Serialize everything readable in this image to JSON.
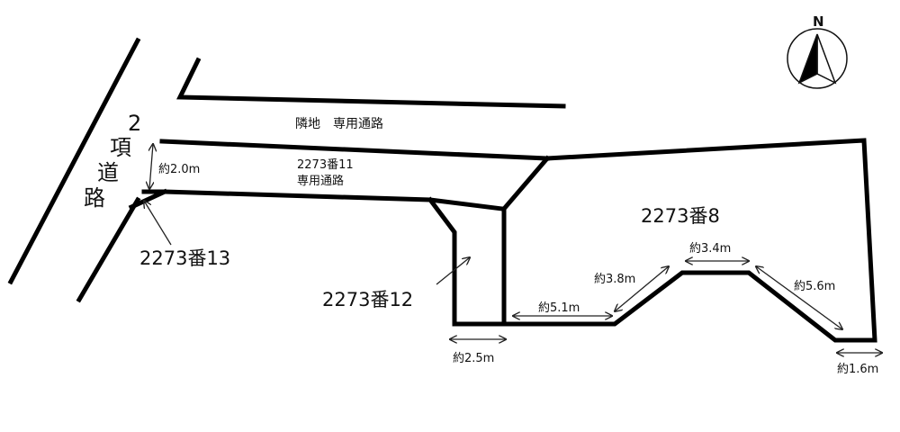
{
  "road": {
    "label_lines": [
      "2",
      "項",
      "道",
      "路"
    ]
  },
  "adjacent_path": "隣地　専用通路",
  "parcels": {
    "lot_11_line1": "2273番11",
    "lot_11_line2": "専用通路",
    "lot_13": "2273番13",
    "lot_12": "2273番12",
    "lot_8": "2273番8"
  },
  "dimensions": {
    "d_2_0": "約2.0m",
    "d_2_5": "約2.5m",
    "d_5_1": "約5.1m",
    "d_3_8": "約3.8m",
    "d_3_4": "約3.4m",
    "d_5_6": "約5.6m",
    "d_1_6": "約1.6m"
  },
  "compass": {
    "label": "N"
  }
}
